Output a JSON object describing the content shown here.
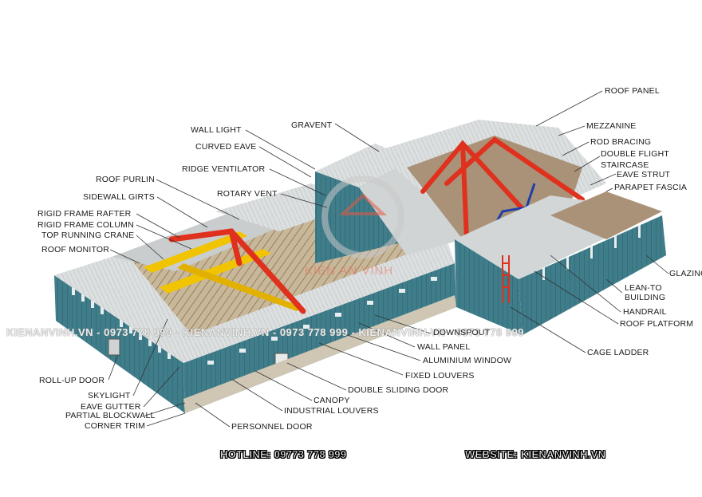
{
  "labels": {
    "roof_panel": "ROOF PANEL",
    "wall_light": "WALL LIGHT",
    "gravent": "GRAVENT",
    "mezzanine": "MEZZANINE",
    "curved_eave": "CURVED EAVE",
    "rod_bracing": "ROD BRACING",
    "double_flight": "DOUBLE FLIGHT",
    "staircase": "STAIRCASE",
    "ridge_ventilator": "RIDGE VENTILATOR",
    "eave_strut": "EAVE STRUT",
    "roof_purlin": "ROOF PURLIN",
    "parapet_fascia": "PARAPET FASCIA",
    "rotary_vent": "ROTARY VENT",
    "sidewall_girts": "SIDEWALL GIRTS",
    "rigid_frame_rafter": "RIGID FRAME RAFTER",
    "rigid_frame_column": "RIGID FRAME COLUMN",
    "top_running_crane": "TOP RUNNING CRANE",
    "roof_monitor": "ROOF MONITOR",
    "glazing": "GLAZING",
    "lean_to_building": "LEAN-TO BUILDING",
    "handrail": "HANDRAIL",
    "roof_platform": "ROOF PLATFORM",
    "downspout": "DOWNSPOUT",
    "wall_panel": "WALL PANEL",
    "cage_ladder": "CAGE LADDER",
    "aluminium_window": "ALUMINIUM WINDOW",
    "roll_up_door": "ROLL-UP DOOR",
    "fixed_louvers": "FIXED LOUVERS",
    "skylight": "SKYLIGHT",
    "double_sliding_door": "DOUBLE SLIDING DOOR",
    "eave_gutter": "EAVE GUTTER",
    "partial_blockwall": "PARTIAL BLOCKWALL",
    "canopy": "CANOPY",
    "industrial_louvers": "INDUSTRIAL LOUVERS",
    "corner_trim": "CORNER TRIM",
    "personnel_door": "PERSONNEL DOOR"
  },
  "footer": {
    "hotline": "HOTLINE: 09773 778 999",
    "website": "WEBSITE: KIENANVINH.VN"
  },
  "watermark": {
    "text": "KIENANVINH.VN - 0973 778 999 - KIENANVINH.VN - 0973 778 999 - KIENANVINH.VN - 0973 778 999",
    "logo": "KIEN AN VINH"
  },
  "colors": {
    "wall": "#3f7d8a",
    "roof": "#d9dcdc",
    "steel": "#e0301e",
    "crane": "#f0c400",
    "stair": "#1e3fa8"
  }
}
